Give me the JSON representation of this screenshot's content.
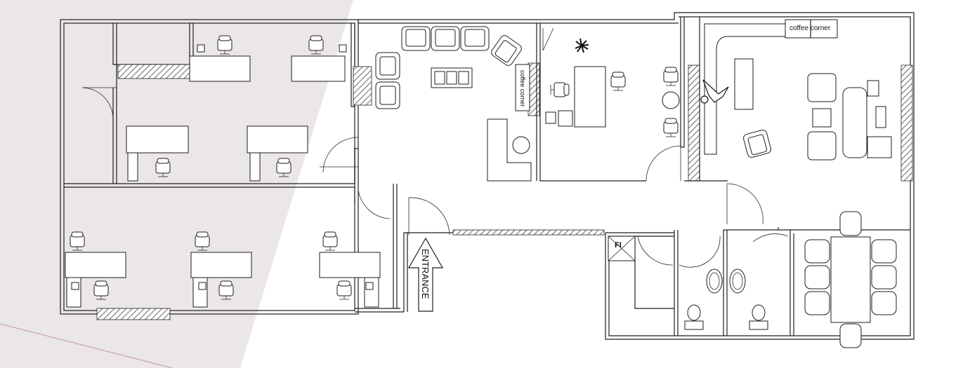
{
  "labels": {
    "coffee_corner_top": "coffee corner",
    "coffee_corner_mid": "coffee corner",
    "entrance": "ENTRANCE",
    "fire_extinguisher": "FI"
  },
  "colors": {
    "background": "#ffffff",
    "shade": "#ebe6e7",
    "line": "#1e1e1e",
    "accent_line": "#c9a9b1"
  }
}
